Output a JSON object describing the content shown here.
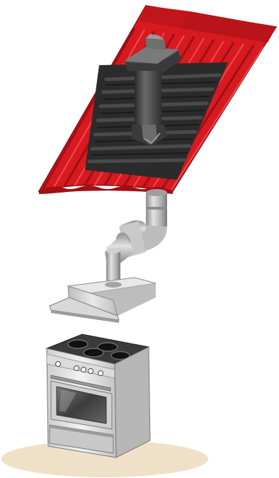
{
  "illustration": {
    "subject": [
      "roof-with-vent",
      "chimney-flue-pipe",
      "range-hood",
      "electric-stove"
    ],
    "colors": {
      "roof_red": "#d71920",
      "roof_dark": "#a20f14",
      "roof_highlight": "#ef4a4f",
      "flashing_dark": "#2b2b2b",
      "flashing_mid": "#474747",
      "vent_gray": "#3f3f3f",
      "pipe_gray": "#a9a9a9",
      "pipe_light": "#d6d6d6",
      "metal_light": "#e8e8e8",
      "metal_mid": "#c9c9c9",
      "stove_top": "#3a3a3a",
      "burner": "#111111",
      "oven_glass": "#5b5b5b",
      "floor_shadow": "#efe1c8"
    },
    "stove": {
      "burner_count": 4,
      "knob_count": 4
    }
  }
}
